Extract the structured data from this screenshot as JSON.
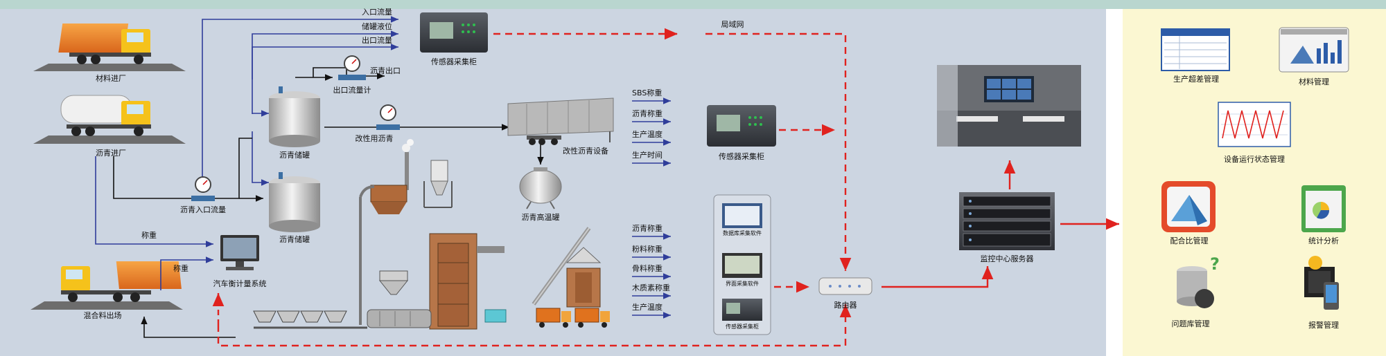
{
  "labels": {
    "materials_in": "材料进厂",
    "asphalt_in": "沥青进厂",
    "mix_out": "混合料出场",
    "asphalt_inlet_flow": "沥青入口流量",
    "tank_1": "沥青储罐",
    "tank_2": "沥青储罐",
    "outlet_flowmeter": "出口流量计",
    "asphalt_outlet": "沥青出口",
    "modify_asphalt": "改性用沥青",
    "inlet_flow": "入口流量",
    "tank_level": "储罐液位",
    "outlet_flow": "出口流量",
    "sensor_cabinet_1": "传感器采集柜",
    "lan": "局域网",
    "modified_equipment": "改性沥青设备",
    "high_temp_tank": "沥青高温罐",
    "sensor_cabinet_2": "传感器采集柜",
    "weigh_left": "称重",
    "weigh_right": "称重",
    "truck_scale_system": "汽车衡计量系统",
    "router": "路由器",
    "monitor_server": "监控中心服务器"
  },
  "signals_top": [
    "SBS称重",
    "沥青称重",
    "生产温度",
    "生产时间"
  ],
  "signals_bottom": [
    "沥青称重",
    "粉料称重",
    "骨料称重",
    "木质素称重",
    "生产温度"
  ],
  "software_panel": [
    "数据库采集软件",
    "界面采集软件",
    "传感器采集柜"
  ],
  "management": [
    {
      "label": "生产超差管理",
      "icon": "spreadsheet-icon"
    },
    {
      "label": "材料管理",
      "icon": "bar-chart-icon"
    },
    {
      "label": "设备运行状态管理",
      "icon": "line-chart-icon"
    },
    {
      "label": "配合比管理",
      "icon": "pyramid-icon"
    },
    {
      "label": "统计分析",
      "icon": "pie-calendar-icon"
    },
    {
      "label": "问题库管理",
      "icon": "database-question-icon"
    },
    {
      "label": "报警管理",
      "icon": "mobile-alert-icon"
    }
  ],
  "colors": {
    "panel_bg": "#ccd5e1",
    "right_bg": "#fbf7d2",
    "flow_line": "#2f3d9a",
    "network_line": "#e0221e",
    "black_line": "#111111"
  }
}
